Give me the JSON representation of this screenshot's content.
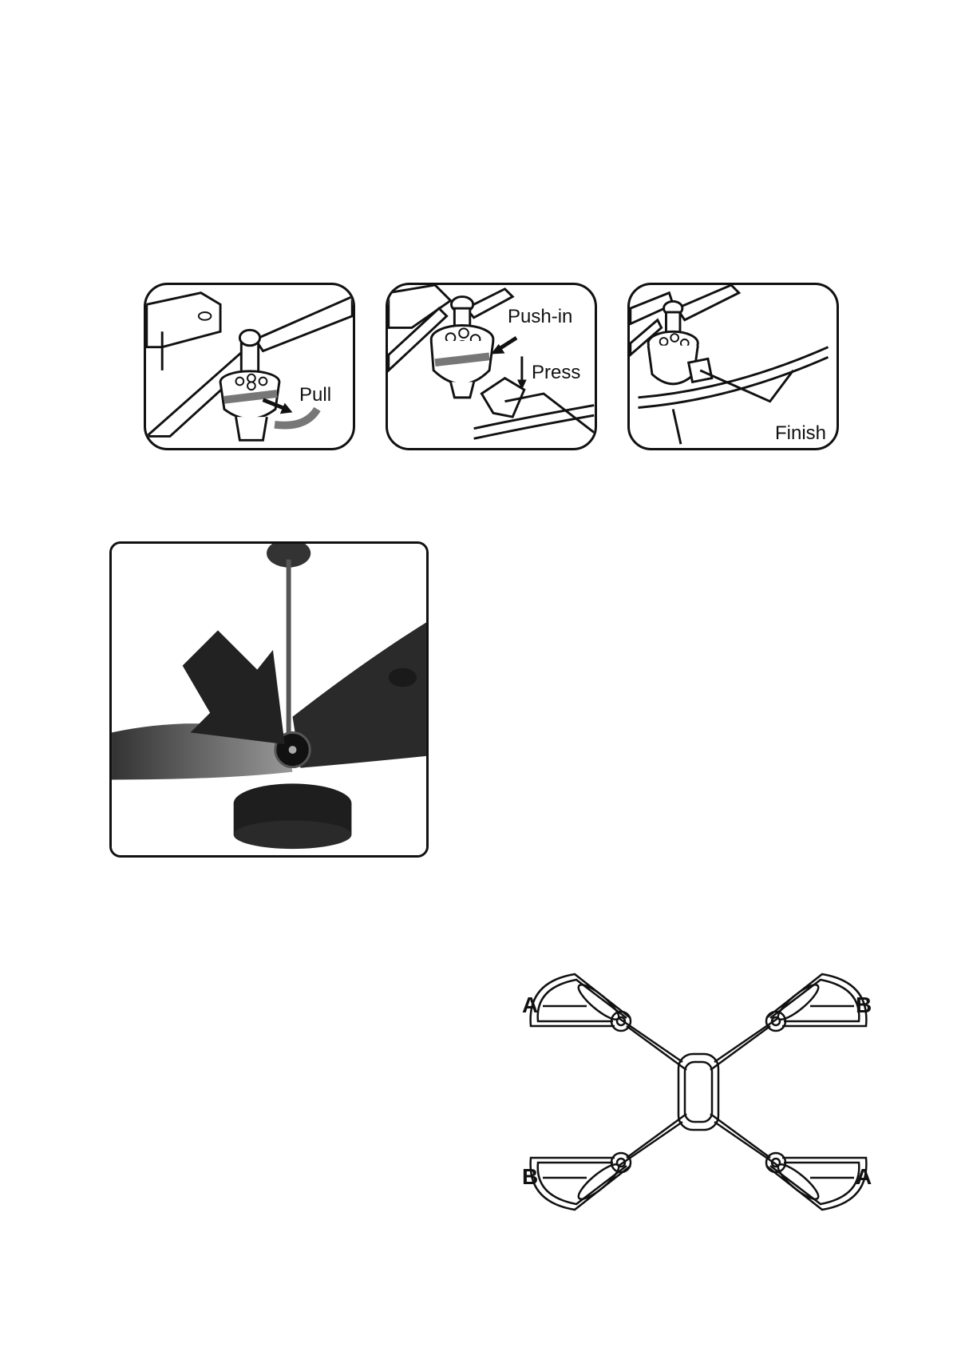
{
  "figure1": {
    "step1_label": "Pull",
    "step2_label_a": "Push-in",
    "step2_label_b": "Press",
    "step3_label": "Finish"
  },
  "figure3": {
    "labels": [
      "A",
      "B",
      "B",
      "A"
    ]
  }
}
